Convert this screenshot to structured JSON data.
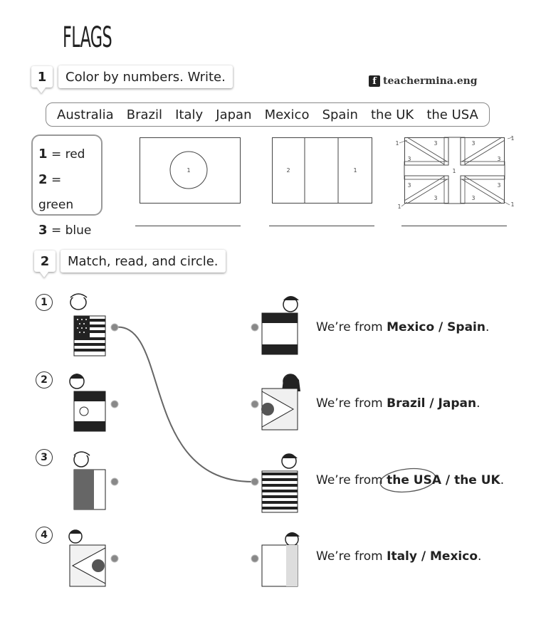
{
  "title": "FLAGS",
  "brand": {
    "name": "teachermina.eng"
  },
  "ex1": {
    "number": "1",
    "instruction": "Color by numbers. Write.",
    "word_bank": [
      "Australia",
      "Brazil",
      "Italy",
      "Japan",
      "Mexico",
      "Spain",
      "the UK",
      "the USA"
    ],
    "key": [
      {
        "n": "1",
        "label": "= red"
      },
      {
        "n": "2",
        "label": "= green"
      },
      {
        "n": "3",
        "label": "= blue"
      }
    ],
    "flag_japan": {
      "center": "1"
    },
    "flag_italy": {
      "left": "2",
      "right": "1"
    },
    "flag_uk": {
      "tri": "3",
      "center": "1",
      "corner": "1"
    }
  },
  "ex2": {
    "number": "2",
    "instruction": "Match, read, and circle.",
    "items": [
      "1",
      "2",
      "3",
      "4"
    ],
    "sentences": [
      {
        "prefix": "We’re from ",
        "opt1": "Mexico",
        "sep": " / ",
        "opt2": "Spain",
        "end": "."
      },
      {
        "prefix": "We’re from ",
        "opt1": "Brazil",
        "sep": " / ",
        "opt2": "Japan",
        "end": "."
      },
      {
        "prefix": "We’re from ",
        "opt1": "the USA",
        "sep": " / ",
        "opt2": "the UK",
        "end": "."
      },
      {
        "prefix": "We’re from ",
        "opt1": "Italy",
        "sep": " / ",
        "opt2": "Mexico",
        "end": "."
      }
    ]
  },
  "colors": {
    "line": "#666666",
    "dot": "#888888"
  }
}
